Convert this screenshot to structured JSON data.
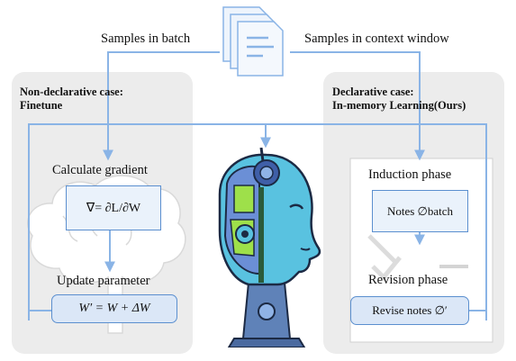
{
  "top": {
    "left_label": "Samples in batch",
    "right_label": "Samples in context window",
    "doc_icon": "document-stack-icon"
  },
  "left_panel": {
    "title_line1": "Non-declarative case:",
    "title_line2": "Finetune",
    "step1_label": "Calculate gradient",
    "gradient_box": "∇= ∂L/∂W",
    "step2_label": "Update parameter",
    "update_box": "W′ = W + ΔW"
  },
  "right_panel": {
    "title_line1": "Declarative case:",
    "title_line2": "In-memory Learning(Ours)",
    "induction_label": "Induction phase",
    "notes_box": "Notes ∅batch",
    "revision_label": "Revision phase",
    "revise_box": "Revise notes ∅′"
  },
  "center": {
    "icon": "robot-head-icon"
  },
  "colors": {
    "arrow": "#8ab4e6",
    "box_border": "#5b8fcf",
    "panel_bg": "#ececec"
  }
}
